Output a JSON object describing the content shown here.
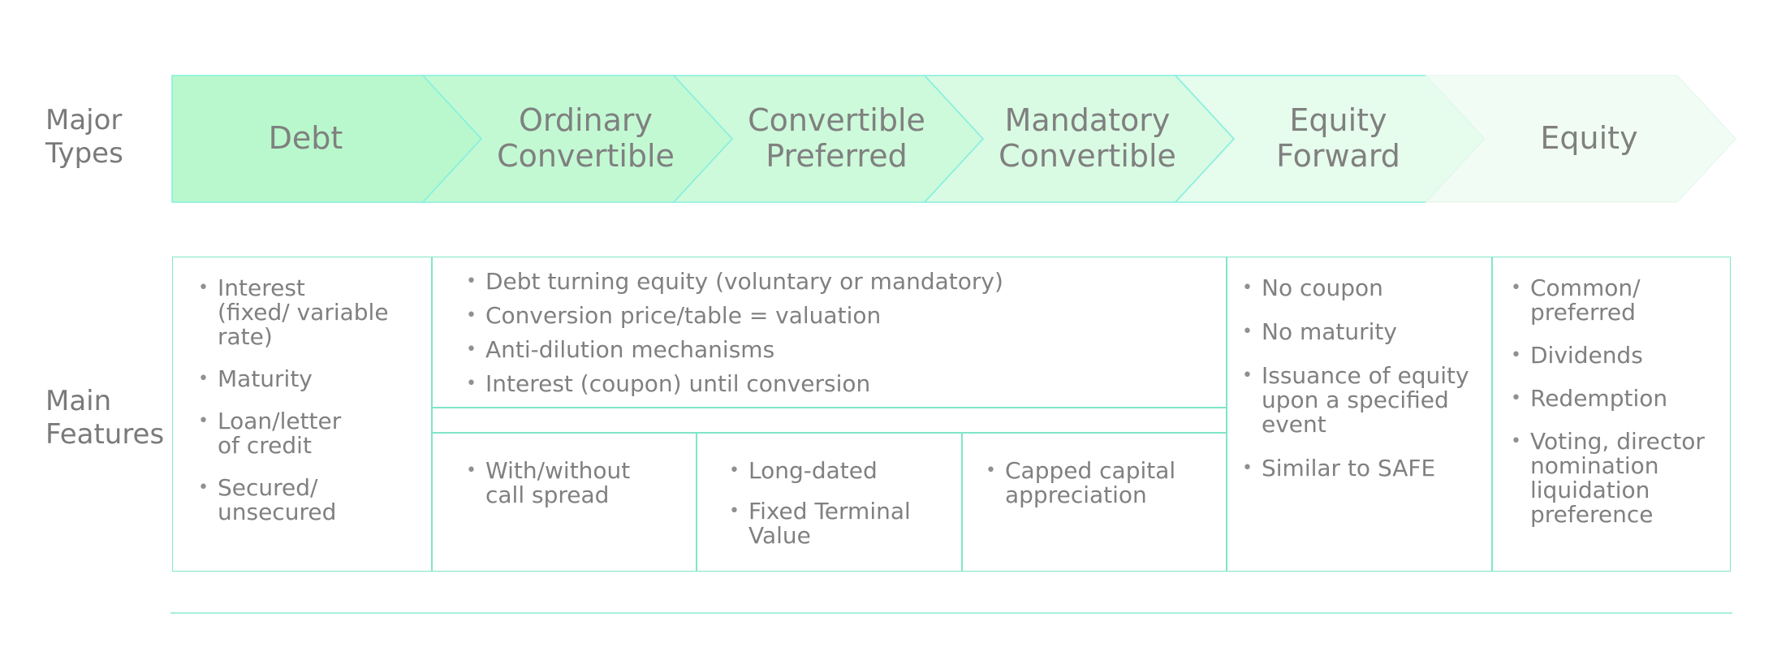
{
  "labels": {
    "major_types": "Major\nTypes",
    "main_features": "Main\nFeatures"
  },
  "types": [
    {
      "label": "Debt",
      "fill": "#b9f8cc"
    },
    {
      "label": "Ordinary\nConvertible",
      "fill": "#c2f9d3"
    },
    {
      "label": "Convertible\nPreferred",
      "fill": "#cdfada"
    },
    {
      "label": "Mandatory\nConvertible",
      "fill": "#d9fbe3"
    },
    {
      "label": "Equity\nForward",
      "fill": "#e6fcec"
    },
    {
      "label": "Equity",
      "fill": "#f1fdf4"
    }
  ],
  "features": {
    "debt": [
      "Interest\n(fixed/ variable\nrate)",
      "Maturity",
      "Loan/letter\nof credit",
      "Secured/\nunsecured"
    ],
    "convertible_common": [
      "Debt turning equity (voluntary or mandatory)",
      "Conversion price/table = valuation",
      "Anti-dilution mechanisms",
      "Interest (coupon) until conversion"
    ],
    "ordinary_convertible": [
      "With/without\ncall spread"
    ],
    "convertible_preferred": [
      "Long-dated",
      "Fixed Terminal\nValue"
    ],
    "mandatory_convertible": [
      "Capped capital\nappreciation"
    ],
    "equity_forward": [
      "No coupon",
      "No maturity",
      "Issuance of equity\nupon a specified\nevent",
      "Similar to SAFE"
    ],
    "equity": [
      "Common/\npreferred",
      "Dividends",
      "Redemption",
      "Voting, director\nnomination\nliquidation\npreference"
    ]
  },
  "colors": {
    "border": "#7fe6c8",
    "text": "#808080"
  }
}
